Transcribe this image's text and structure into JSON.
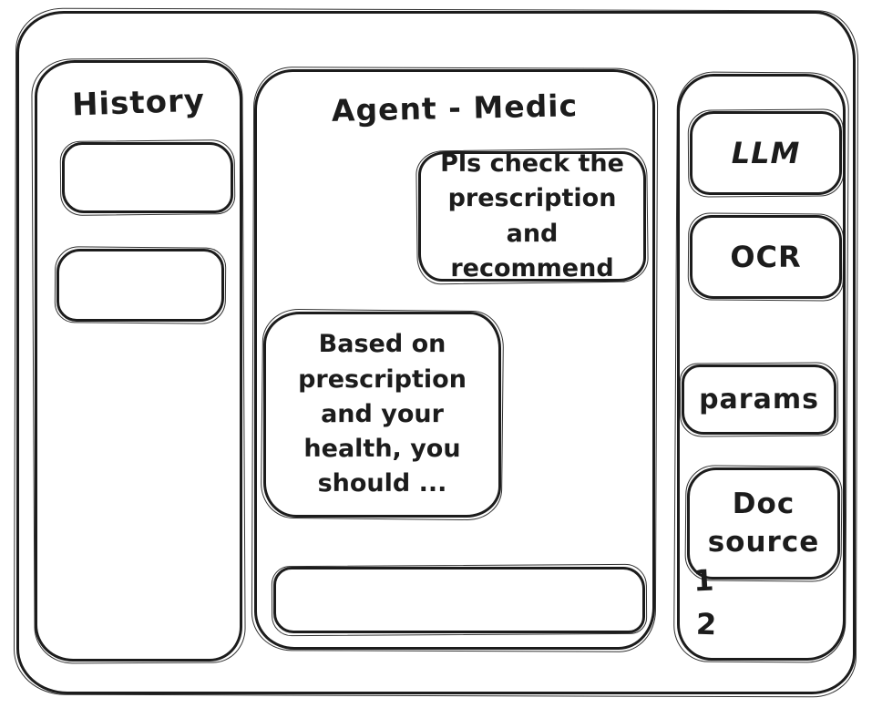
{
  "window": {
    "background": "#ffffff",
    "ink_color": "#1c1c1c"
  },
  "history_panel": {
    "title": "History",
    "items": [
      {
        "label": ""
      },
      {
        "label": ""
      }
    ]
  },
  "chat_panel": {
    "title": "Agent - Medic",
    "messages": [
      {
        "role": "user",
        "align": "right",
        "text": "Pls check the prescription and recommend"
      },
      {
        "role": "assistant",
        "align": "left",
        "text": "Based on prescription and your health, you should ..."
      }
    ],
    "input": {
      "value": "",
      "placeholder": ""
    }
  },
  "tools_panel": {
    "buttons": [
      {
        "label": "LLM"
      },
      {
        "label": "OCR"
      },
      {
        "label": "params"
      },
      {
        "label": "Doc source"
      }
    ],
    "doc_sources": [
      "1",
      "2"
    ]
  }
}
